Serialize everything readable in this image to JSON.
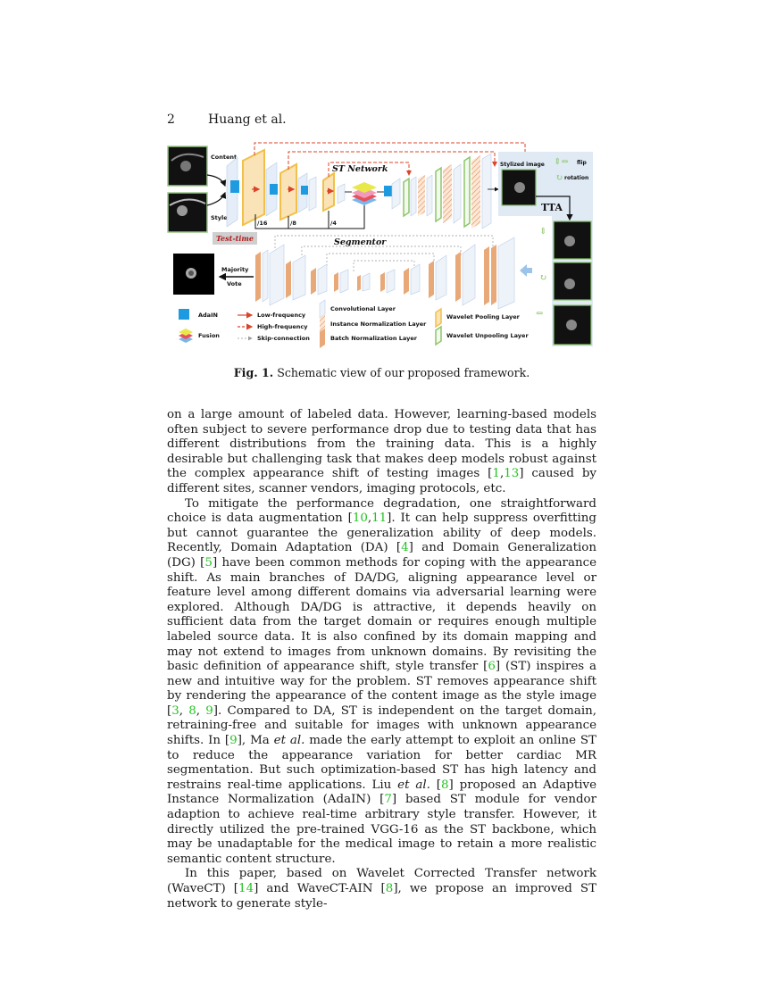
{
  "header": {
    "page_number": "2",
    "running_title": "Huang et al."
  },
  "figure": {
    "labels": {
      "content": "Content",
      "style": "Style",
      "st_network": "ST Network",
      "scale_16": "/16",
      "scale_8": "/8",
      "scale_4": "/4",
      "test_time": "Test-time",
      "segmentor": "Segmentor",
      "majority": "Majority",
      "vote": "Vote",
      "stylized_image": "Stylized image",
      "flip": "flip",
      "rotation": "rotation",
      "tta": "TTA"
    },
    "legend": {
      "adain": "AdaIN",
      "fusion": "Fusion",
      "low_freq": "Low-frequency",
      "high_freq": "High-frequency",
      "skip": "Skip-connection",
      "conv": "Convolutional Layer",
      "instance_norm": "Instance Normalization Layer",
      "batch_norm": "Batch Normalization Layer",
      "wavelet_pool": "Wavelet Pooling Layer",
      "wavelet_unpool": "Wavelet Unpooling Layer"
    },
    "colors": {
      "wavelet_pool": "#f2c04a",
      "wavelet_unpool": "#8cc66a",
      "adain": "#1e9be0",
      "batch_norm": "#e8a877",
      "conv": "#dde8f5",
      "high_freq_arrow": "#d9452b",
      "tta_panel": "#dfeaf5"
    }
  },
  "caption": {
    "label": "Fig. 1.",
    "text": " Schematic view of our proposed framework."
  },
  "paragraphs": [
    {
      "indent": false,
      "segments": [
        {
          "t": "on a large amount of labeled data. However, learning-based models often subject to severe performance drop due to testing data that has different distributions from the training data. This is a highly desirable but challenging task that makes deep models robust against the complex appearance shift of testing images ["
        },
        {
          "t": "1",
          "cite": true
        },
        {
          "t": ","
        },
        {
          "t": "13",
          "cite": true
        },
        {
          "t": "] caused by different sites, scanner vendors, imaging protocols, etc."
        }
      ]
    },
    {
      "indent": true,
      "segments": [
        {
          "t": "To mitigate the performance degradation, one straightforward choice is data augmentation ["
        },
        {
          "t": "10",
          "cite": true
        },
        {
          "t": ","
        },
        {
          "t": "11",
          "cite": true
        },
        {
          "t": "]. It can help suppress overfitting but cannot guarantee the generalization ability of deep models. Recently, Domain Adaptation (DA) ["
        },
        {
          "t": "4",
          "cite": true
        },
        {
          "t": "] and Domain Generalization (DG) ["
        },
        {
          "t": "5",
          "cite": true
        },
        {
          "t": "] have been common methods for coping with the appearance shift. As main branches of DA/DG, aligning appearance level or feature level among different domains via adversarial learning were explored. Although DA/DG is attractive, it depends heavily on sufficient data from the target domain or requires enough multiple labeled source data. It is also confined by its domain mapping and may not extend to images from unknown domains. By revisiting the basic definition of appearance shift, style transfer ["
        },
        {
          "t": "6",
          "cite": true
        },
        {
          "t": "] (ST) inspires a new and intuitive way for the problem. ST removes appearance shift by rendering the appearance of the content image as the style image ["
        },
        {
          "t": "3",
          "cite": true
        },
        {
          "t": ", "
        },
        {
          "t": "8",
          "cite": true
        },
        {
          "t": ", "
        },
        {
          "t": "9",
          "cite": true
        },
        {
          "t": "]. Compared to DA, ST is independent on the target domain, retraining-free and suitable for images with unknown appearance shifts. In ["
        },
        {
          "t": "9",
          "cite": true
        },
        {
          "t": "], Ma "
        },
        {
          "t": "et al.",
          "italic": true
        },
        {
          "t": " made the early attempt to exploit an online ST to reduce the appearance variation for better cardiac MR segmentation. But such optimization-based ST has high latency and restrains real-time applications. Liu "
        },
        {
          "t": "et al.",
          "italic": true
        },
        {
          "t": " ["
        },
        {
          "t": "8",
          "cite": true
        },
        {
          "t": "] proposed an Adaptive Instance Normalization (AdaIN) ["
        },
        {
          "t": "7",
          "cite": true
        },
        {
          "t": "] based ST module for vendor adaption to achieve real-time arbitrary style transfer. However, it directly utilized the pre-trained VGG-16 as the ST backbone, which may be unadaptable for the medical image to retain a more realistic semantic content structure."
        }
      ]
    },
    {
      "indent": true,
      "segments": [
        {
          "t": "In this paper, based on Wavelet Corrected Transfer network (WaveCT) ["
        },
        {
          "t": "14",
          "cite": true
        },
        {
          "t": "] and WaveCT-AIN ["
        },
        {
          "t": "8",
          "cite": true
        },
        {
          "t": "], we propose an improved ST network to generate style-"
        }
      ]
    }
  ]
}
